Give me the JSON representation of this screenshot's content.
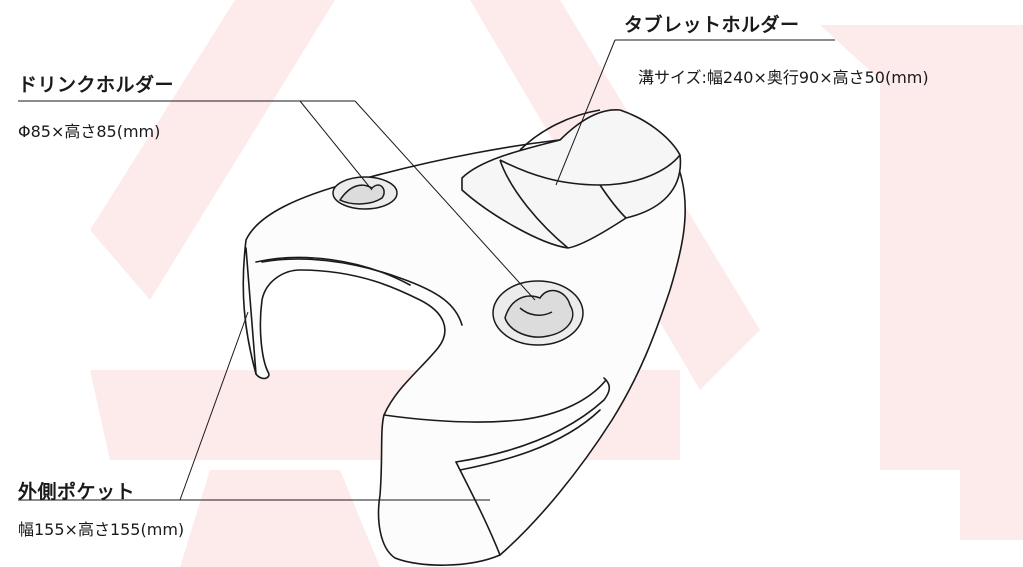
{
  "colors": {
    "watermark": "#fdebec",
    "line": "#1a1a1a",
    "body_fill": "#fcfcfc"
  },
  "illustration": {
    "subject": "footrest-cushion-line-drawing",
    "watermark": "large-pink-kanji-watermark"
  },
  "callouts": {
    "tablet_holder": {
      "title": "タブレットホルダー",
      "spec": "溝サイズ:幅240×奥行90×高さ50(mm)"
    },
    "drink_holder": {
      "title": "ドリンクホルダー",
      "spec": "Φ85×高さ85(mm)"
    },
    "outer_pocket": {
      "title": "外側ポケット",
      "spec": "幅155×高さ155(mm)"
    }
  }
}
